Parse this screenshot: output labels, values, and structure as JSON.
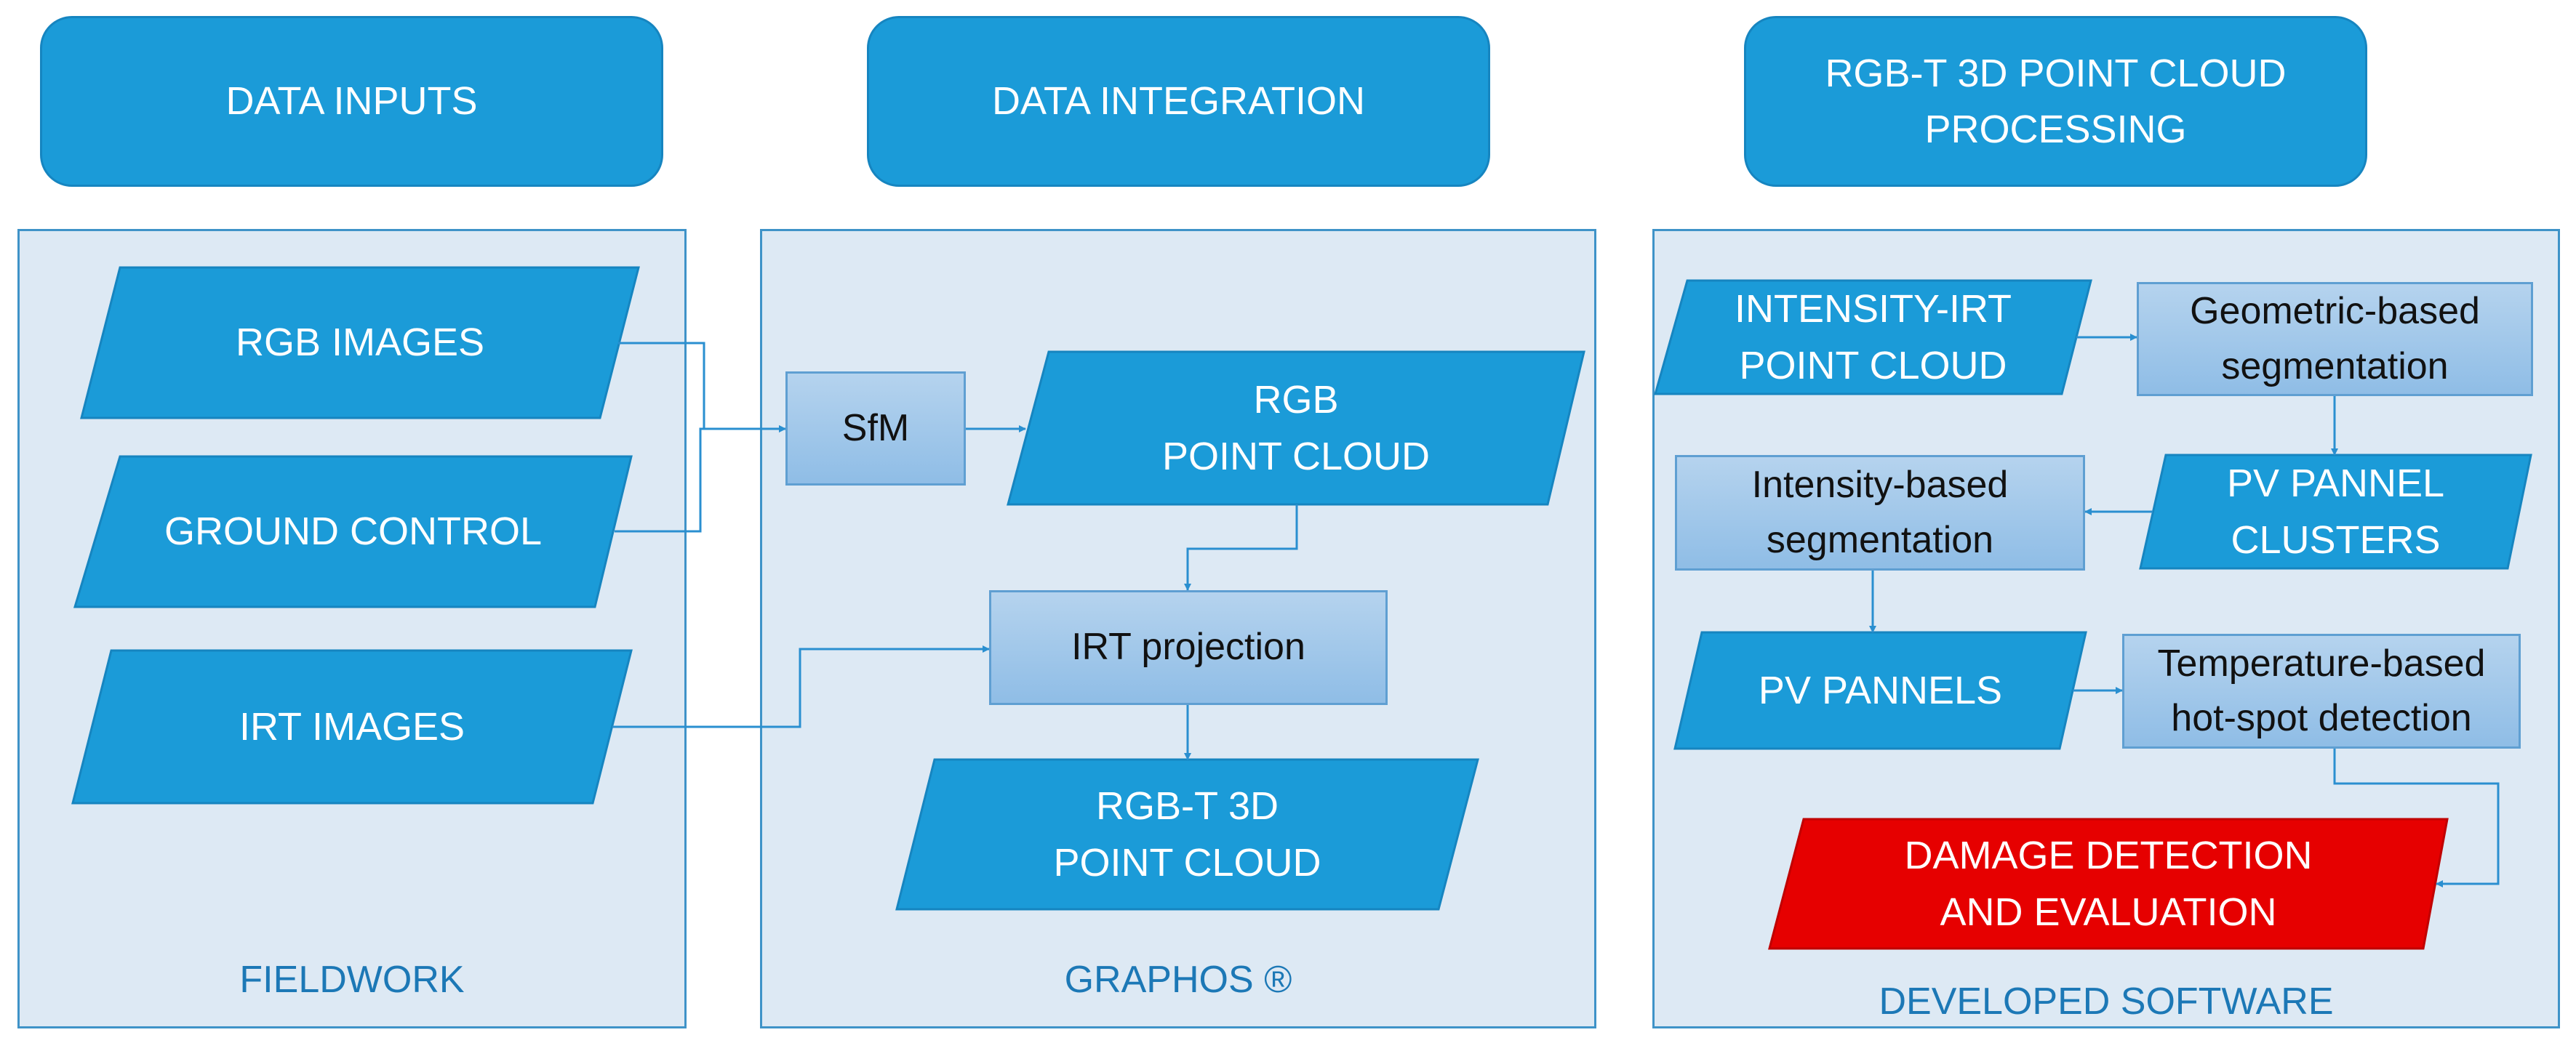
{
  "headers": {
    "inputs": "DATA INPUTS",
    "integration": "DATA INTEGRATION",
    "processing": "RGB-T 3D POINT CLOUD\nPROCESSING"
  },
  "panels": {
    "fieldwork": "FIELDWORK",
    "graphos": "GRAPHOS ®",
    "software": "DEVELOPED SOFTWARE"
  },
  "nodes": {
    "rgb_images": "RGB IMAGES",
    "ground_control": "GROUND CONTROL",
    "irt_images": "IRT IMAGES",
    "sfm": "SfM",
    "rgb_point_cloud": "RGB\nPOINT CLOUD",
    "irt_projection": "IRT projection",
    "rgbt_point_cloud": "RGB-T 3D\nPOINT CLOUD",
    "intensity_irt": "INTENSITY-IRT\nPOINT CLOUD",
    "geometric_seg": "Geometric-based\nsegmentation",
    "pv_clusters": "PV PANNEL\nCLUSTERS",
    "intensity_seg": "Intensity-based\nsegmentation",
    "pv_pannels": "PV PANNELS",
    "temp_hotspot": "Temperature-based\nhot-spot detection",
    "damage": "DAMAGE DETECTION\nAND EVALUATION"
  },
  "colors": {
    "primary": "#1b9bd8",
    "panel": "#dde9f4",
    "panel_border": "#3f93c8",
    "box": "#a6c9eb",
    "alert": "#e60000"
  }
}
